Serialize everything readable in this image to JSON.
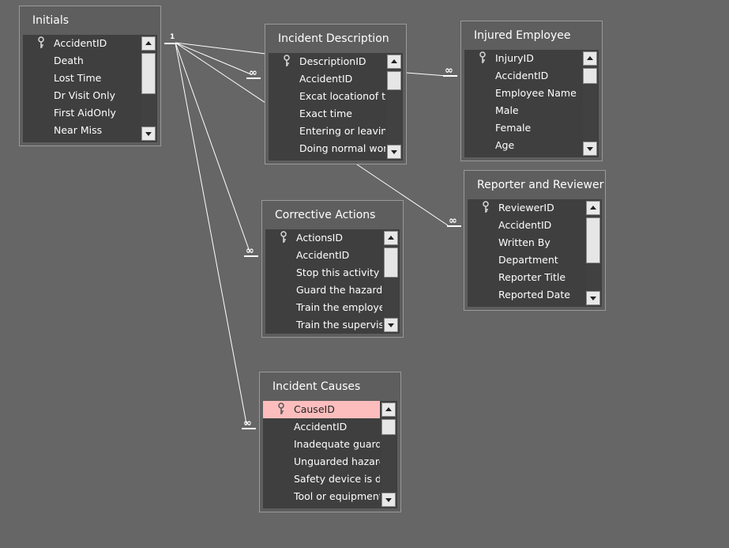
{
  "relationships": {
    "one_label": "1",
    "many_label": "∞"
  },
  "tables": [
    {
      "id": "initials",
      "title": "Initials",
      "fields": [
        "AccidentID",
        "Death",
        "Lost Time",
        "Dr Visit Only",
        "First AidOnly",
        "Near Miss"
      ],
      "primary_key": "AccidentID"
    },
    {
      "id": "incident-description",
      "title": "Incident Description",
      "fields": [
        "DescriptionID",
        "AccidentID",
        "Excat locationof the",
        "Exact time",
        "Entering or leaving",
        "Doing normal work"
      ],
      "primary_key": "DescriptionID"
    },
    {
      "id": "injured-employee",
      "title": "Injured Employee",
      "fields": [
        "InjuryID",
        "AccidentID",
        "Employee Name",
        "Male",
        "Female",
        "Age"
      ],
      "primary_key": "InjuryID"
    },
    {
      "id": "reporter-reviewer",
      "title": "Reporter and Reviewer",
      "fields": [
        "ReviewerID",
        "AccidentID",
        "Written By",
        "Department",
        "Reporter Title",
        "Reported Date"
      ],
      "primary_key": "ReviewerID"
    },
    {
      "id": "corrective-actions",
      "title": "Corrective Actions",
      "fields": [
        "ActionsID",
        "AccidentID",
        "Stop this activity",
        "Guard the hazard",
        "Train the employee",
        "Train the superviso"
      ],
      "primary_key": "ActionsID"
    },
    {
      "id": "incident-causes",
      "title": "Incident Causes",
      "fields": [
        "CauseID",
        "AccidentID",
        "Inadequate guard",
        "Unguarded hazard",
        "Safety device is def",
        "Tool or equipment"
      ],
      "primary_key": "CauseID",
      "selected_field": "CauseID"
    }
  ],
  "colors": {
    "canvas": "#666666",
    "table_body": "#3f3f3f",
    "selected_row": "#fdbdbd",
    "lines": "#ffffff"
  },
  "icons": {
    "primary_key": "key-icon",
    "scroll_up": "scroll-up-arrow-icon",
    "scroll_down": "scroll-down-arrow-icon"
  }
}
